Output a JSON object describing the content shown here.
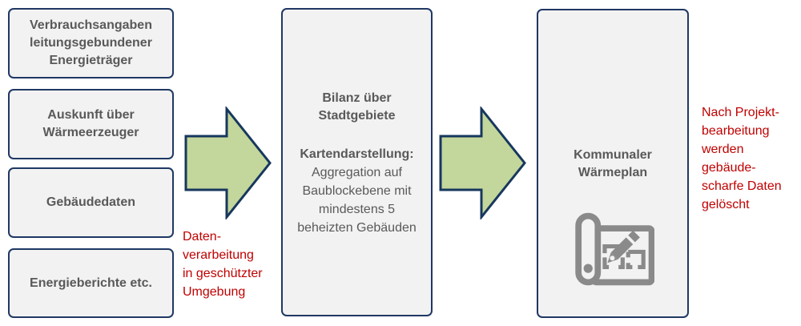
{
  "diagram_type": "flow-diagram",
  "colors": {
    "background": "#ffffff",
    "box_fill": "#f2f2f2",
    "box_border": "#1f3864",
    "box_text": "#595959",
    "arrow_fill": "#c3d69b",
    "arrow_border": "#17375d",
    "annotation_red": "#c00000",
    "icon_gray": "#8a8a8a"
  },
  "sources": [
    {
      "label": "Verbrauchsangaben\nleitungsgebundener\nEnergieträger"
    },
    {
      "label": "Auskunft über\nWärmeerzeuger"
    },
    {
      "label": "Gebäudedaten"
    },
    {
      "label": "Energieberichte etc."
    }
  ],
  "process": {
    "title": "Bilanz über\nStadtgebiete",
    "subtitle": "Kartendarstellung:",
    "body": "Aggregation auf\nBaublockebene mit\nmindestens 5\nbeheizten Gebäuden"
  },
  "result": {
    "label": "Kommunaler\nWärmeplan",
    "icon": "floor-plan-pencil-icon"
  },
  "annotations": {
    "left": "Daten-\nverarbeitung\nin geschützter\nUmgebung",
    "right": "Nach Projekt-\nbearbeitung\nwerden\ngebäude-\nscharfe Daten\ngelöscht"
  }
}
